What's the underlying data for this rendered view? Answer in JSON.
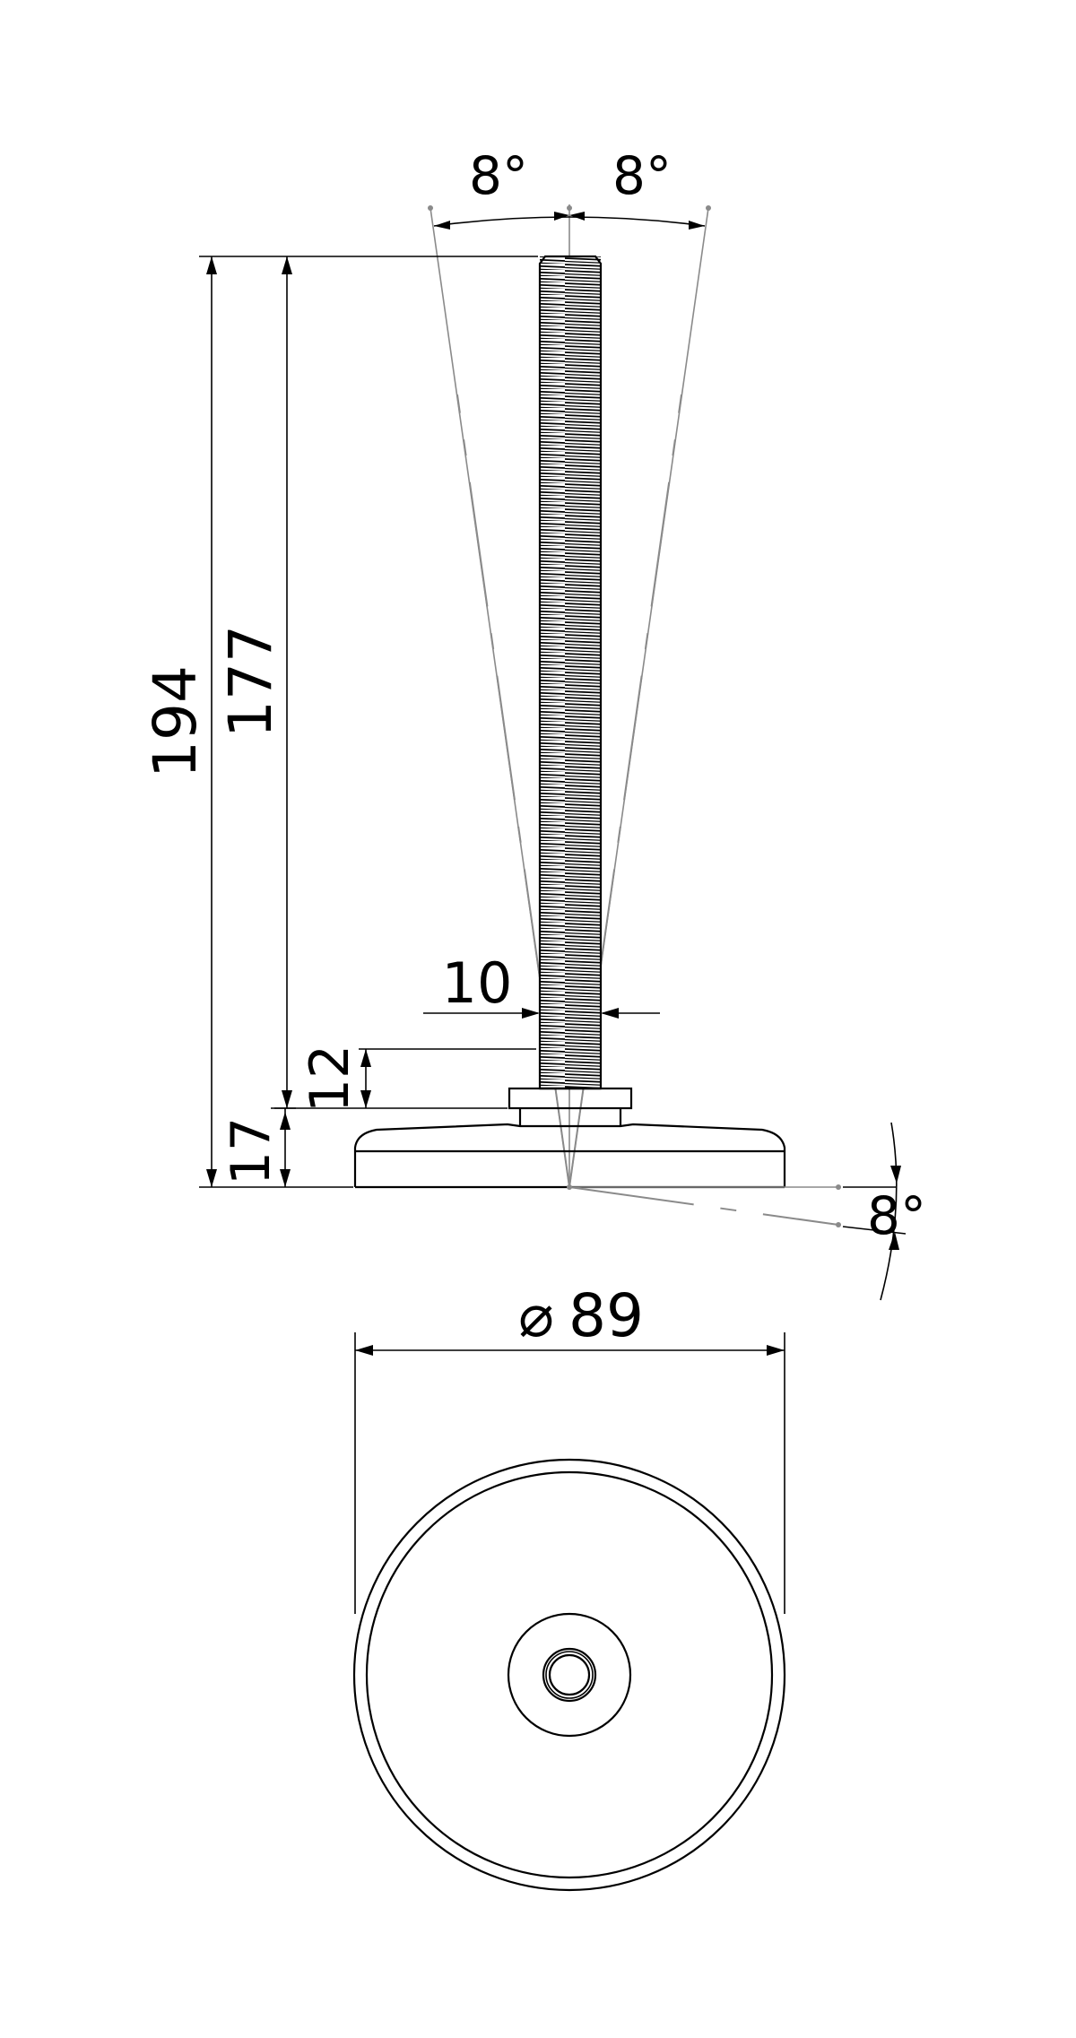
{
  "dimensions": {
    "tilt_left": "8°",
    "tilt_right": "8°",
    "overall_height": "194",
    "thread_length": "177",
    "thread_diameter": "10",
    "collar_height": "12",
    "base_height": "17",
    "base_tilt": "8°",
    "base_diameter_symbol": "⌀",
    "base_diameter": "89"
  }
}
